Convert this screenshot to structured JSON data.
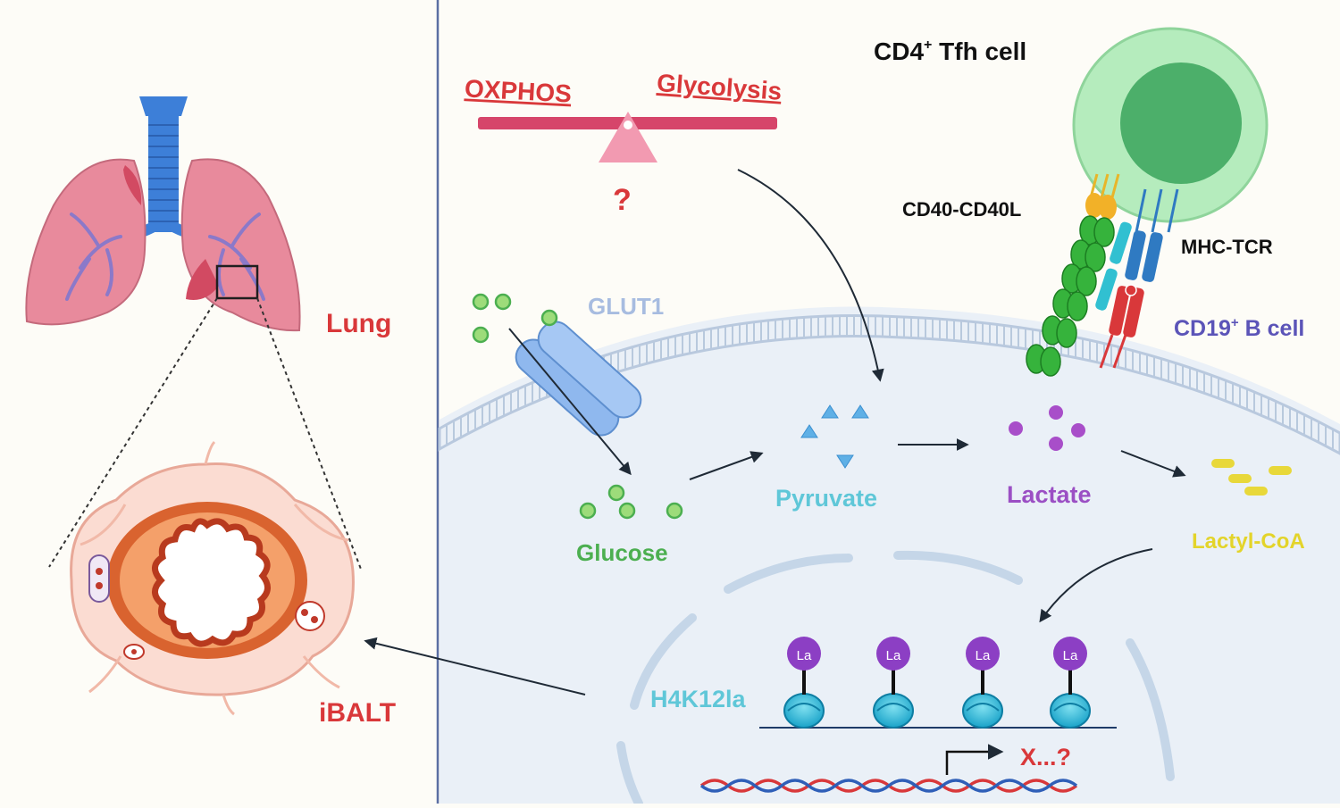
{
  "labels": {
    "tfh_title_pre": "CD4",
    "tfh_title_sup": "+",
    "tfh_title_post": " Tfh cell",
    "oxphos": "OXPHOS",
    "glycolysis": "Glycolysis",
    "question": "?",
    "cd40": "CD40-CD40L",
    "mhc": "MHC-TCR",
    "glut1": "GLUT1",
    "b_cell_pre": "CD19",
    "b_cell_sup": "+",
    "b_cell_post": " B cell",
    "lung": "Lung",
    "pyruvate": "Pyruvate",
    "lactate": "Lactate",
    "glucose": "Glucose",
    "lactyl_coa": "Lactyl-CoA",
    "h4k12la": "H4K12la",
    "ibalt": "iBALT",
    "x_gene": "X...?",
    "la": "La"
  },
  "colors": {
    "background": "#fdfcf7",
    "divider": "#5b6fa3",
    "cell_fill": "#eaf0f7",
    "membrane": "#b9c9de",
    "red_text": "#d9383a",
    "green": "#4caf50",
    "cyan": "#5fc7d8",
    "purple": "#9b4fc4",
    "yellow": "#e3d42a",
    "lung_pink": "#e88a9c",
    "trachea_blue": "#3d7fd8"
  },
  "icons": [
    "lung-icon",
    "trachea-icon",
    "ibalt-airway-icon",
    "seesaw-icon",
    "glut1-transporter-icon",
    "tfh-cell-icon",
    "nucleosome-icon",
    "dna-helix-icon",
    "transcription-start-arrow-icon"
  ]
}
